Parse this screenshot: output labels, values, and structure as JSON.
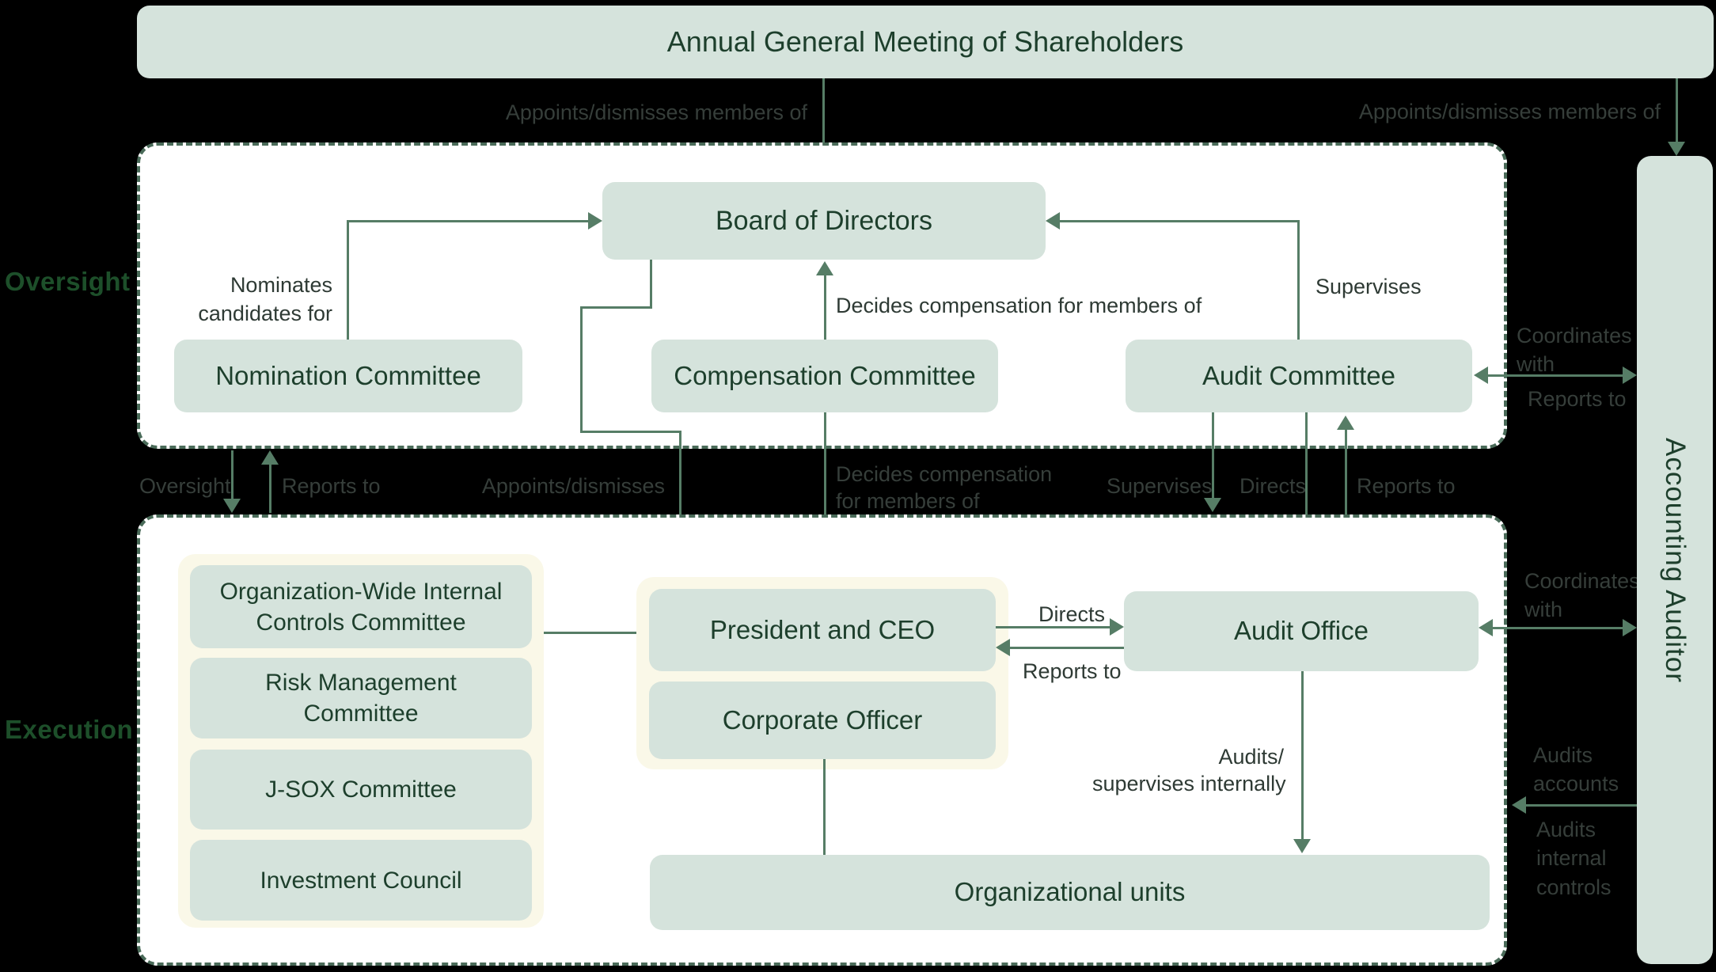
{
  "title": "Corporate Governance Structure Diagram",
  "colors": {
    "background": "#000000",
    "node_fill": "#d5e3dc",
    "node_text": "#1d3f2c",
    "section_fill": "#ffffff",
    "section_border": "#4a6b59",
    "cream_fill": "#faf8e8",
    "arrow": "#567d66",
    "label_on_black": "#363e3a",
    "label_on_white": "#2e3a34",
    "section_label": "#1d4f2a"
  },
  "sections": {
    "oversight": "Oversight",
    "execution": "Execution"
  },
  "nodes": {
    "agm": "Annual General Meeting of Shareholders",
    "board": "Board of Directors",
    "nomination": "Nomination Committee",
    "compensation": "Compensation Committee",
    "audit_committee": "Audit Committee",
    "accounting_auditor": "Accounting Auditor",
    "internal_controls": "Organization-Wide Internal Controls Committee",
    "risk": "Risk Management Committee",
    "jsox": "J-SOX Committee",
    "investment": "Investment Council",
    "ceo": "President and CEO",
    "corporate_officer": "Corporate Officer",
    "audit_office": "Audit Office",
    "org_units": "Organizational units"
  },
  "labels": {
    "appoints_left": "Appoints/dismisses members of",
    "appoints_right": "Appoints/dismisses members of",
    "nominates": "Nominates candidates for",
    "decides_board": "Decides compensation for members of",
    "supervises_board": "Supervises",
    "coordinates_top": "Coordinates with",
    "reports_top": "Reports to",
    "gap_oversight": "Oversight",
    "gap_reports": "Reports to",
    "gap_appoints": "Appoints/dismisses",
    "gap_decides_1": "Decides compensation",
    "gap_decides_2": "for members of",
    "gap_supervises": "Supervises",
    "gap_directs": "Directs",
    "gap_reports_right": "Reports to",
    "directs_ceo": "Directs",
    "reports_ceo": "Reports to",
    "coordinates_bottom": "Coordinates with",
    "audits_sup_1": "Audits/",
    "audits_sup_2": "supervises internally",
    "audits_accounts": "Audits accounts",
    "audits_internal": "Audits internal controls"
  }
}
